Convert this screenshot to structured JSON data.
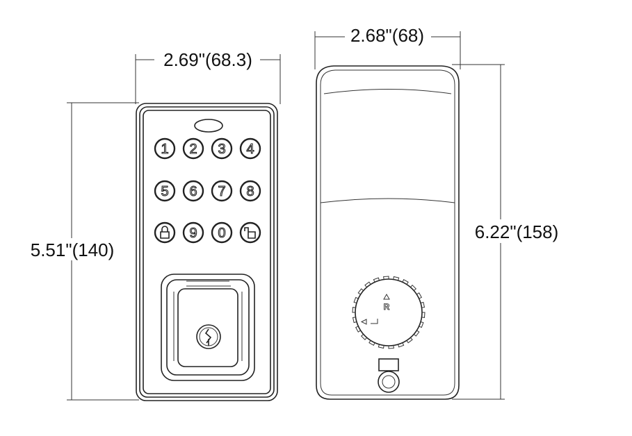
{
  "front_view": {
    "width_dimension": "2.69\"(68.3)",
    "height_dimension": "5.51\"(140)",
    "keypad": [
      [
        "1",
        "2",
        "3",
        "4"
      ],
      [
        "5",
        "6",
        "7",
        "8"
      ],
      [
        "lock-icon",
        "9",
        "0",
        "unlock-icon"
      ]
    ]
  },
  "back_view": {
    "width_dimension": "2.68\"(68)",
    "height_dimension": "6.22\"(158)",
    "knob_label": "R"
  },
  "colors": {
    "line": "#222222",
    "background": "#ffffff"
  }
}
